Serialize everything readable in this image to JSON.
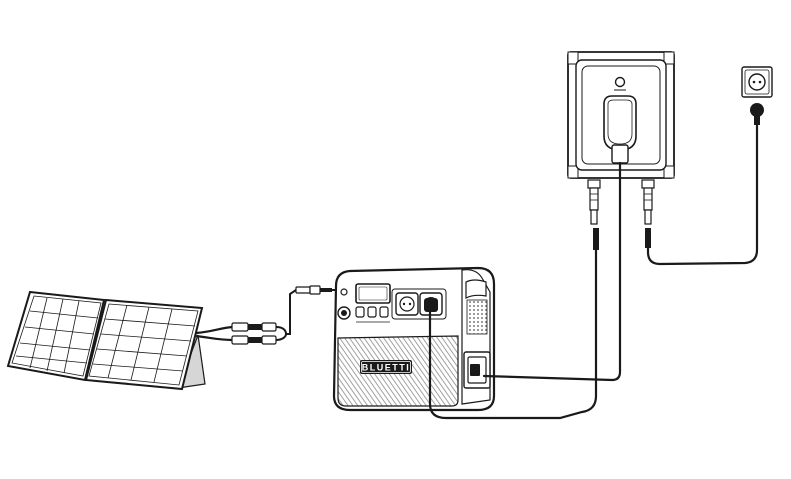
{
  "diagram": {
    "brand": "BLUETTI",
    "components": [
      {
        "id": "solar-panel",
        "icon": "solar-panel-icon"
      },
      {
        "id": "power-station",
        "icon": "power-station-icon"
      },
      {
        "id": "transfer-box",
        "icon": "transfer-switch-icon"
      },
      {
        "id": "wall-outlet",
        "icon": "wall-socket-icon"
      }
    ],
    "colors": {
      "line": "#1a1a1a",
      "hatch": "#9a9a9a",
      "panel_fill": "#ffffff",
      "stand_fill": "#d0d0d0",
      "display_fill": "#ffffff"
    }
  }
}
